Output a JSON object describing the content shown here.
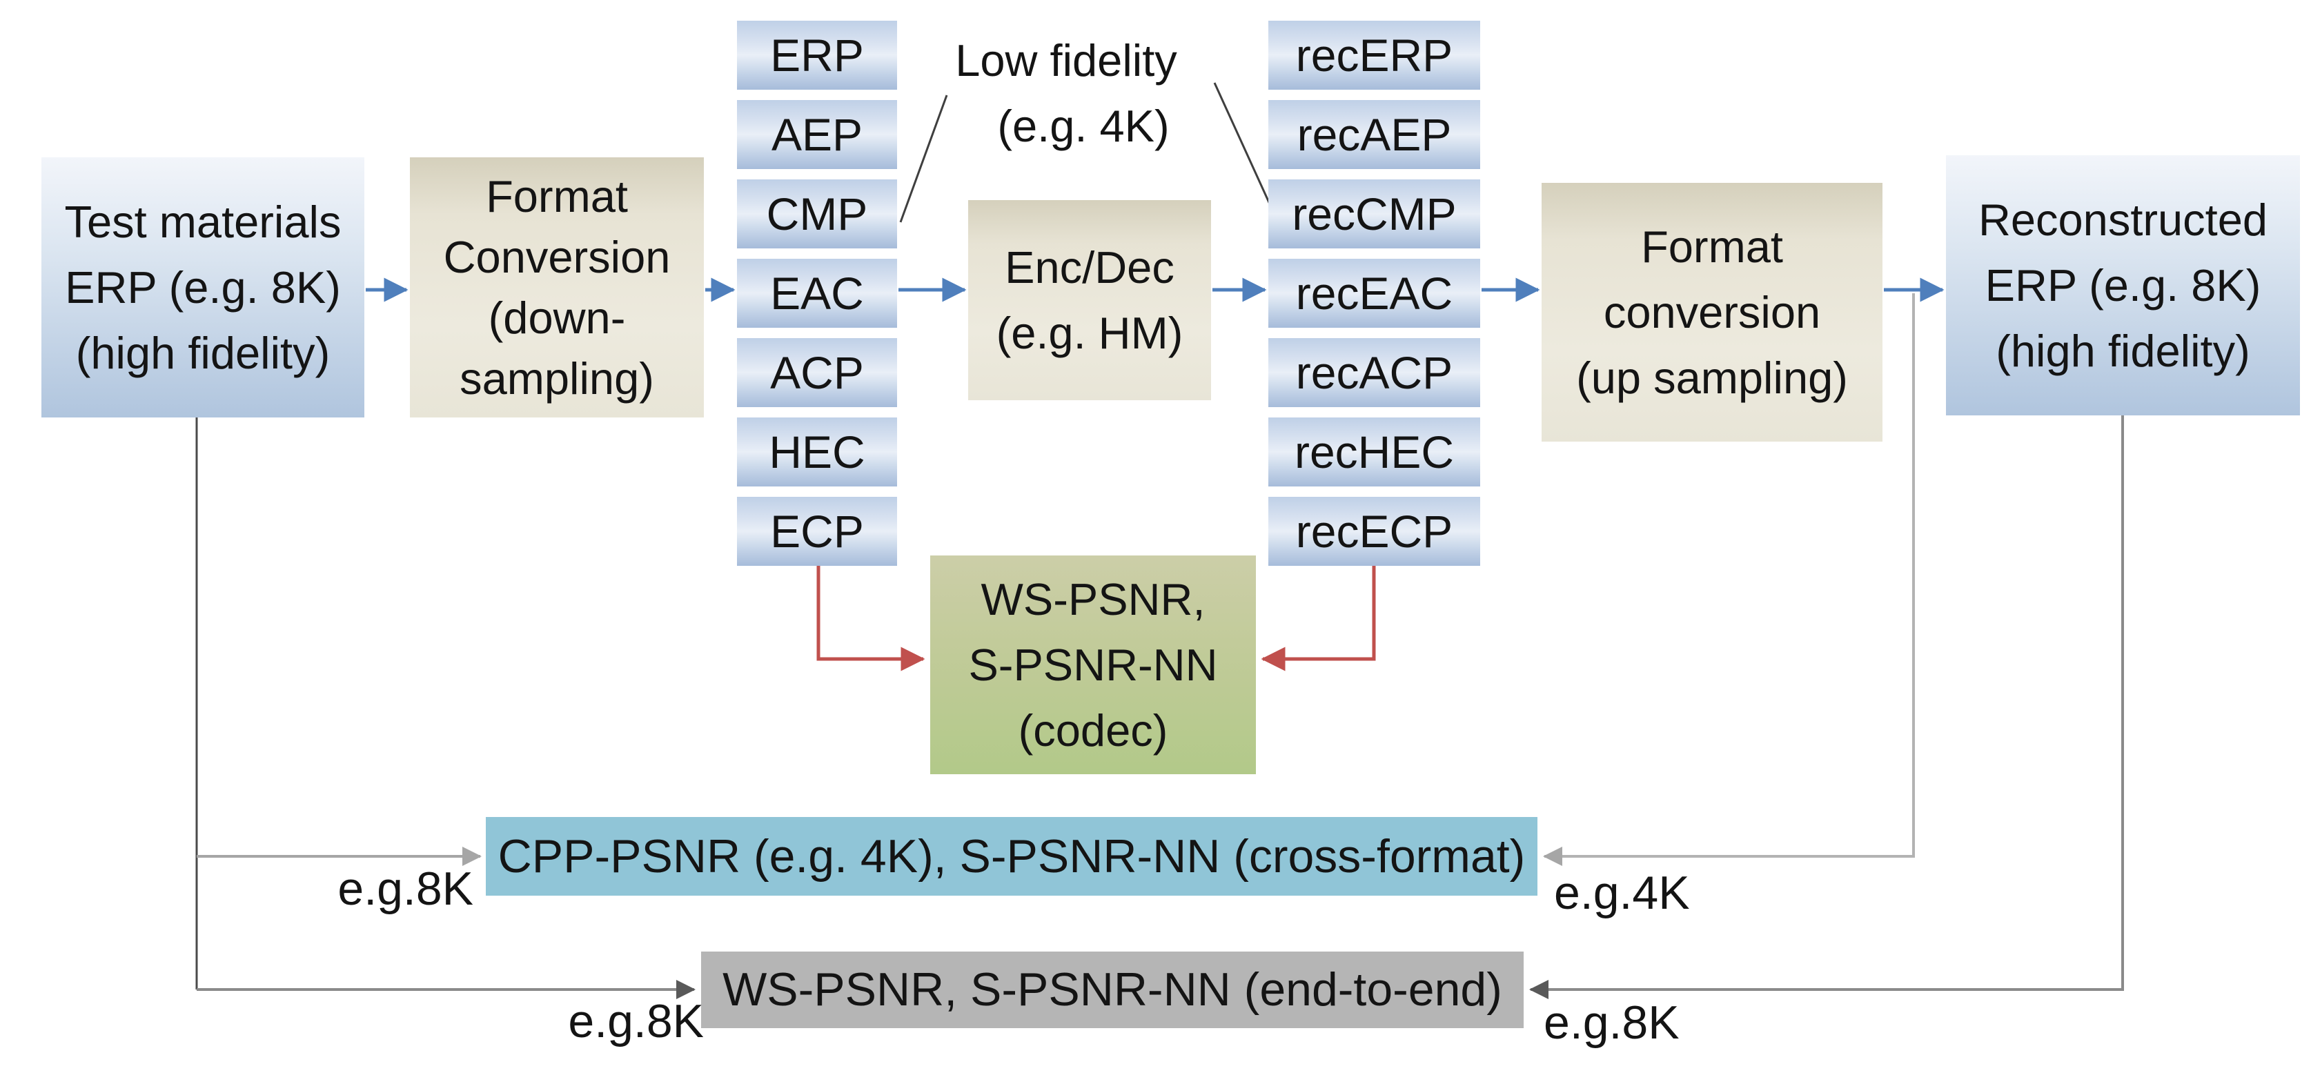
{
  "diagram": {
    "nodes": {
      "test_materials": {
        "lines": [
          "Test materials",
          "ERP (e.g. 8K)",
          "(high fidelity)"
        ]
      },
      "format_down": {
        "lines": [
          "Format",
          "Conversion",
          "(down-",
          "sampling)"
        ]
      },
      "enc_dec": {
        "lines": [
          "Enc/Dec",
          "(e.g. HM)"
        ]
      },
      "format_up": {
        "lines": [
          "Format",
          "conversion",
          "(up sampling)"
        ]
      },
      "reconstructed": {
        "lines": [
          "Reconstructed",
          "ERP (e.g. 8K)",
          "(high fidelity)"
        ]
      },
      "codec_metrics": {
        "lines": [
          "WS-PSNR,",
          "S-PSNR-NN",
          "(codec)"
        ]
      },
      "cross_format_metrics": {
        "label": "CPP-PSNR (e.g. 4K), S-PSNR-NN (cross-format)"
      },
      "end_to_end_metrics": {
        "label": "WS-PSNR, S-PSNR-NN (end-to-end)"
      }
    },
    "projection_formats": [
      "ERP",
      "AEP",
      "CMP",
      "EAC",
      "ACP",
      "HEC",
      "ECP"
    ],
    "reconstructed_formats": [
      "recERP",
      "recAEP",
      "recCMP",
      "recEAC",
      "recACP",
      "recHEC",
      "recECP"
    ],
    "annotations": {
      "low_fidelity": {
        "lines": [
          "Low fidelity",
          "(e.g. 4K)"
        ]
      },
      "cross_format_left": "e.g.8K",
      "cross_format_right": "e.g.4K",
      "end_to_end_left": "e.g.8K",
      "end_to_end_right": "e.g.8K"
    },
    "colors": {
      "pipeline_arrow_blue": "#4f7fbc",
      "codec_arrow_red": "#c0504d",
      "connector_gray_light": "#a6a6a6",
      "connector_gray_dark": "#595959",
      "box_blue_gradient_bottom": "#b0c5de",
      "box_beige": "#edeade",
      "box_green": "#b2c989",
      "box_cyan": "#90c5d7",
      "box_gray": "#b5b5b5"
    }
  }
}
